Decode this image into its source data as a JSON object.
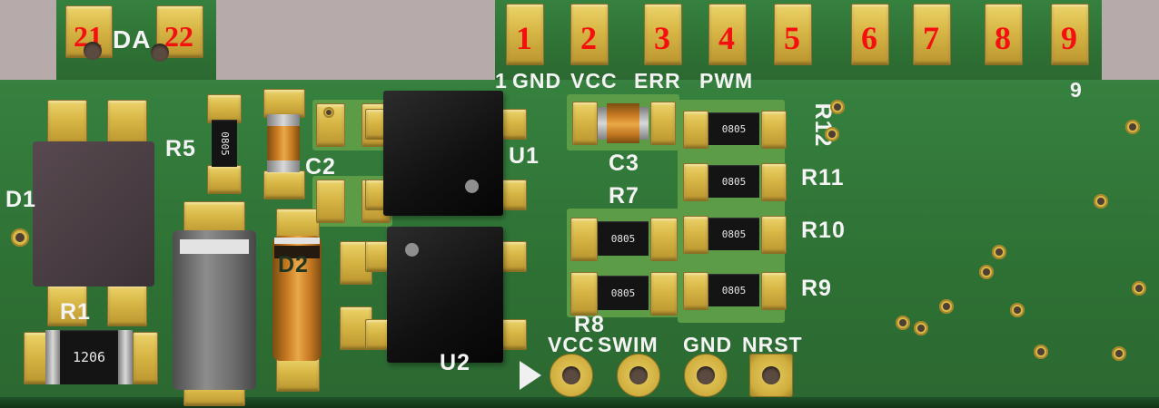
{
  "colors": {
    "background": "#b7aaaa",
    "board_green": "#2e7034",
    "board_green_light": "#5c9c46",
    "pad_gold": "#d7b645",
    "silkscreen_white": "#f4f4f4",
    "pad_number_red": "#f50f0f",
    "component_black": "#141414",
    "capacitor_orange": "#c97a22"
  },
  "top_tab": {
    "pad_left_number": "21",
    "label": "DA",
    "pad_right_number": "22"
  },
  "header_pads": [
    {
      "number": "1",
      "label": "GND"
    },
    {
      "number": "2",
      "label": "VCC"
    },
    {
      "number": "3",
      "label": "ERR"
    },
    {
      "number": "4",
      "label": "PWM"
    },
    {
      "number": "5",
      "label": ""
    },
    {
      "number": "6",
      "label": ""
    },
    {
      "number": "7",
      "label": ""
    },
    {
      "number": "8",
      "label": ""
    },
    {
      "number": "9",
      "label": ""
    }
  ],
  "silkscreen_marks": {
    "pin1": "1",
    "pin9": "9"
  },
  "components": {
    "D1": {
      "ref": "D1"
    },
    "R1": {
      "ref": "R1",
      "marking": "1206"
    },
    "R5": {
      "ref": "R5",
      "marking": "0805"
    },
    "C2": {
      "ref": "C2"
    },
    "D2": {
      "ref": "D2"
    },
    "U1": {
      "ref": "U1"
    },
    "U2": {
      "ref": "U2"
    },
    "C3": {
      "ref": "C3"
    },
    "R7": {
      "ref": "R7",
      "marking": "0805"
    },
    "R8": {
      "ref": "R8",
      "marking": "0805"
    },
    "R12": {
      "ref": "R12",
      "marking": "0805"
    },
    "R11": {
      "ref": "R11",
      "marking": "0805"
    },
    "R10": {
      "ref": "R10",
      "marking": "0805"
    },
    "R9": {
      "ref": "R9",
      "marking": "0805"
    }
  },
  "programming_header": {
    "labels": [
      "VCC",
      "SWIM",
      "GND",
      "NRST"
    ]
  }
}
